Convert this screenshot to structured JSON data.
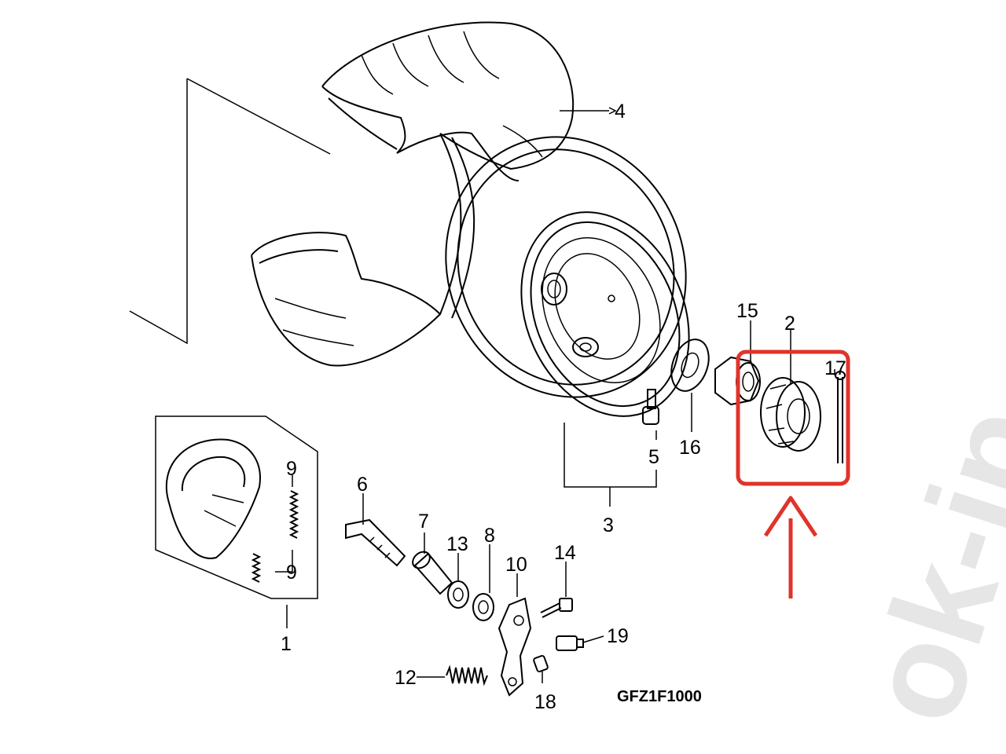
{
  "diagram_code": "GFZ1F1000",
  "watermark": "ok-jp",
  "highlight_color": "#e0332a",
  "callouts": [
    "1",
    "2",
    "3",
    "4",
    "5",
    "6",
    "7",
    "8",
    "9",
    "9",
    "10",
    "12",
    "13",
    "14",
    "15",
    "16",
    "17",
    "18",
    "19"
  ]
}
